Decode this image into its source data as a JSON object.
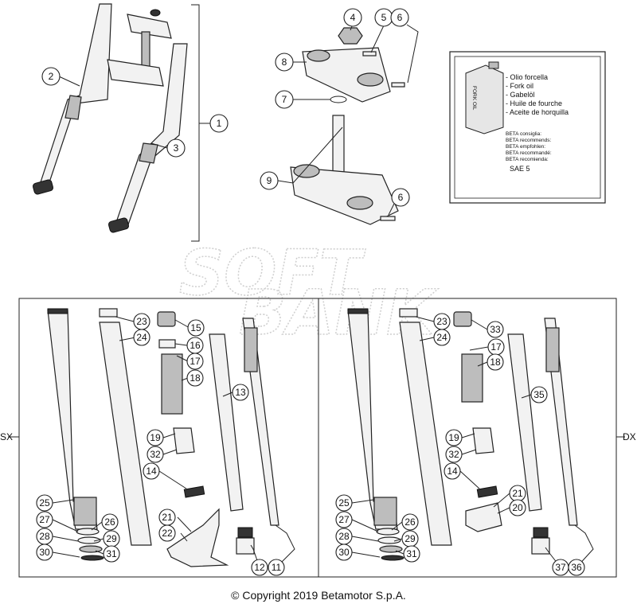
{
  "callouts": {
    "c1": "1",
    "c2": "2",
    "c3": "3",
    "c4": "4",
    "c5": "5",
    "c6a": "6",
    "c6b": "6",
    "c7": "7",
    "c8": "8",
    "c9": "9",
    "l23": "23",
    "l15": "15",
    "l24": "24",
    "l16": "16",
    "l17": "17",
    "l18": "18",
    "l13": "13",
    "l19": "19",
    "l32": "32",
    "l14": "14",
    "l25": "25",
    "l21": "21",
    "l22": "22",
    "l26": "26",
    "l27": "27",
    "l28": "28",
    "l29": "29",
    "l30": "30",
    "l31": "31",
    "l12": "12",
    "l11": "11",
    "r23": "23",
    "r33": "33",
    "r24": "24",
    "r17": "17",
    "r18": "18",
    "r35": "35",
    "r19": "19",
    "r32": "32",
    "r14": "14",
    "r21": "21",
    "r20": "20",
    "r25": "25",
    "r26": "26",
    "r27": "27",
    "r28": "28",
    "r29": "29",
    "r30": "30",
    "r31": "31",
    "r37": "37",
    "r36": "36"
  },
  "sides": {
    "left": "SX",
    "right": "DX"
  },
  "legend": {
    "can_label": "FORK OIL",
    "oil_names": [
      "- Olio forcella",
      "- Fork oil",
      "- Gabelöl",
      "- Huile de fourche",
      "- Aceite de horquilla"
    ],
    "recommend": [
      "BETA consiglia:",
      "BETA recommends:",
      "BETA empfohlen:",
      "BETA recommandé:",
      "BETA recomienda:"
    ],
    "oil_grade": "SAE 5"
  },
  "watermark": {
    "line1": "SOFT",
    "line2": "BANK"
  },
  "copyright": "© Copyright 2019 Betamotor S.p.A."
}
